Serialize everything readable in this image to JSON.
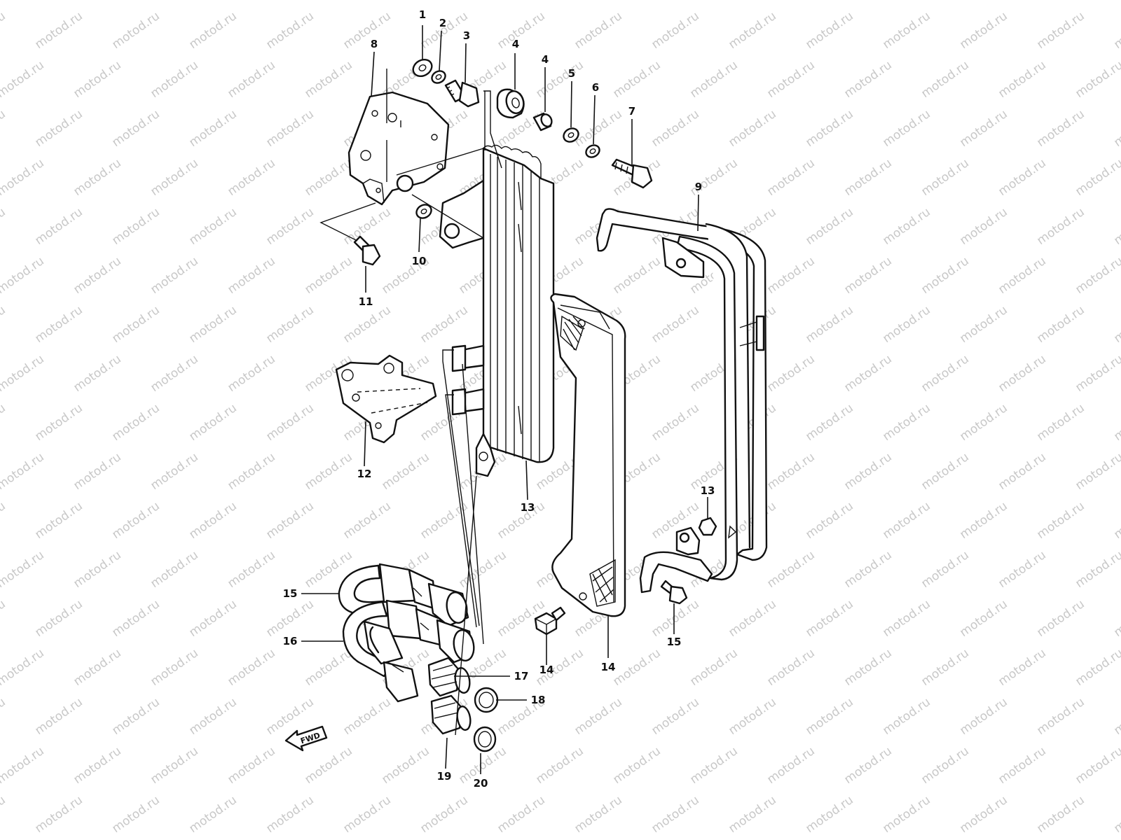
{
  "watermark": "motod.ru",
  "callouts": [
    "1",
    "2",
    "3",
    "4",
    "4",
    "5",
    "6",
    "7",
    "8",
    "9",
    "10",
    "11",
    "12",
    "13",
    "13",
    "14",
    "14",
    "15",
    "15",
    "16",
    "17",
    "18",
    "19",
    "20"
  ],
  "fwd_label": "FWD"
}
